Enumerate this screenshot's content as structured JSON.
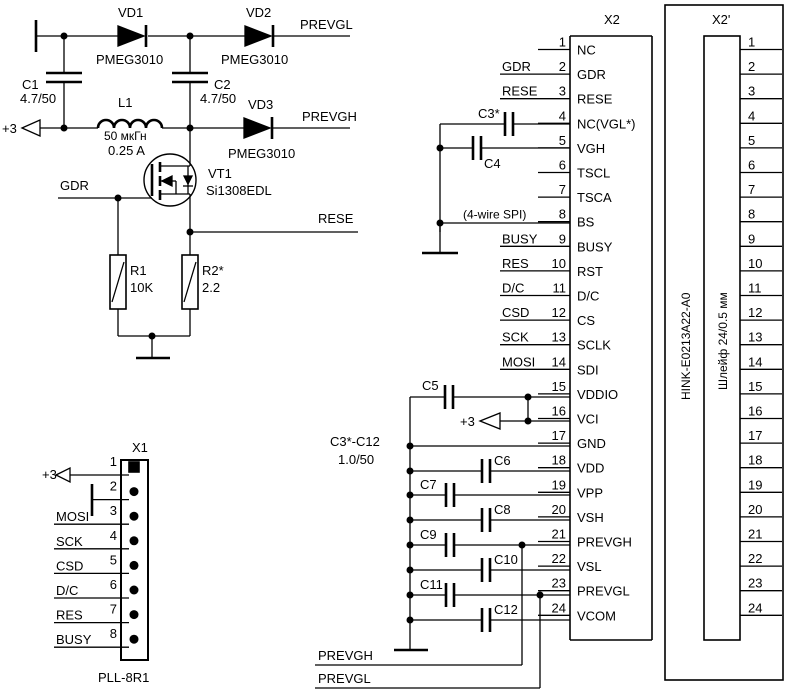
{
  "top": {
    "vd1": "VD1",
    "vd2": "VD2",
    "vd3": "VD3",
    "diode_model": "PMEG3010",
    "prevgl": "PREVGL",
    "prevgh": "PREVGH",
    "c1": "C1",
    "c1_value": "4.7/50",
    "c2": "C2",
    "c2_value": "4.7/50",
    "l1": "L1",
    "l1_value": "50 мкГн",
    "l1_current": "0.25 A",
    "plus3": "+3",
    "vt1": "VT1",
    "vt1_model": "Si1308EDL",
    "gdr": "GDR",
    "rese": "RESE",
    "r1": "R1",
    "r1_value": "10K",
    "r2": "R2*",
    "r2_value": "2.2"
  },
  "x1": {
    "title": "X1",
    "part": "PLL-8R1",
    "pins": [
      {
        "num": "1",
        "net": "+3"
      },
      {
        "num": "2",
        "net": ""
      },
      {
        "num": "3",
        "net": "MOSI"
      },
      {
        "num": "4",
        "net": "SCK"
      },
      {
        "num": "5",
        "net": "CSD"
      },
      {
        "num": "6",
        "net": "D/C"
      },
      {
        "num": "7",
        "net": "RES"
      },
      {
        "num": "8",
        "net": "BUSY"
      }
    ]
  },
  "x2": {
    "title": "X2",
    "pins": [
      {
        "num": "1",
        "name": "NC",
        "net": ""
      },
      {
        "num": "2",
        "name": "GDR",
        "net": "GDR"
      },
      {
        "num": "3",
        "name": "RESE",
        "net": "RESE"
      },
      {
        "num": "4",
        "name": "NC(VGL*)",
        "net": ""
      },
      {
        "num": "5",
        "name": "VGH",
        "net": ""
      },
      {
        "num": "6",
        "name": "TSCL",
        "net": ""
      },
      {
        "num": "7",
        "name": "TSCA",
        "net": ""
      },
      {
        "num": "8",
        "name": "BS",
        "net": "(4-wire SPI)"
      },
      {
        "num": "9",
        "name": "BUSY",
        "net": "BUSY"
      },
      {
        "num": "10",
        "name": "RST",
        "net": "RES"
      },
      {
        "num": "11",
        "name": "D/C",
        "net": "D/C"
      },
      {
        "num": "12",
        "name": "CS",
        "net": "CSD"
      },
      {
        "num": "13",
        "name": "SCLK",
        "net": "SCK"
      },
      {
        "num": "14",
        "name": "SDI",
        "net": "MOSI"
      },
      {
        "num": "15",
        "name": "VDDIO",
        "net": ""
      },
      {
        "num": "16",
        "name": "VCI",
        "net": ""
      },
      {
        "num": "17",
        "name": "GND",
        "net": ""
      },
      {
        "num": "18",
        "name": "VDD",
        "net": ""
      },
      {
        "num": "19",
        "name": "VPP",
        "net": ""
      },
      {
        "num": "20",
        "name": "VSH",
        "net": ""
      },
      {
        "num": "21",
        "name": "PREVGH",
        "net": ""
      },
      {
        "num": "22",
        "name": "VSL",
        "net": ""
      },
      {
        "num": "23",
        "name": "PREVGL",
        "net": ""
      },
      {
        "num": "24",
        "name": "VCOM",
        "net": ""
      }
    ],
    "caps": {
      "c3star": "C3*",
      "c4": "C4",
      "c5": "C5",
      "c6": "C6",
      "c7": "C7",
      "c8": "C8",
      "c9": "C9",
      "c10": "C10",
      "c11": "C11",
      "c12": "C12",
      "range_label": "C3*-C12",
      "range_value": "1.0/50",
      "vci_supply": "+3"
    },
    "bottom_prevgh": "PREVGH",
    "bottom_prevgl": "PREVGL"
  },
  "x2p": {
    "title": "X2'",
    "part": "HINK-E0213A22-A0",
    "cable": "Шлейф 24/0.5 мм",
    "pins": [
      "1",
      "2",
      "3",
      "4",
      "5",
      "6",
      "7",
      "8",
      "9",
      "10",
      "11",
      "12",
      "13",
      "14",
      "15",
      "16",
      "17",
      "18",
      "19",
      "20",
      "21",
      "22",
      "23",
      "24"
    ]
  }
}
